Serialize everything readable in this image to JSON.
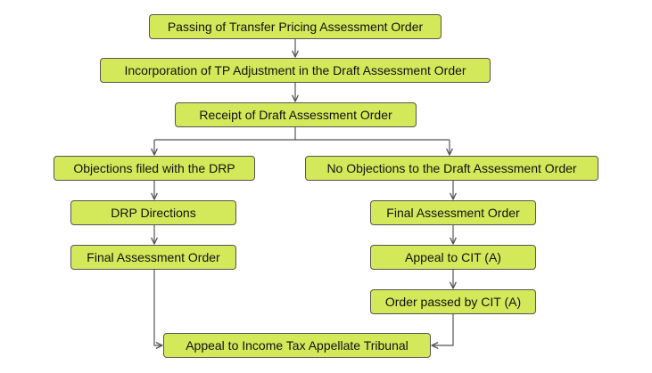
{
  "nodes": {
    "tp_order": "Passing of Transfer Pricing Assessment Order",
    "tp_adjustment": "Incorporation of TP Adjustment in the Draft Assessment Order",
    "receipt_draft": "Receipt of Draft Assessment Order",
    "objections_drp": "Objections filed with the DRP",
    "no_objections": "No Objections to the Draft Assessment Order",
    "drp_directions": "DRP Directions",
    "final_order_right": "Final Assessment Order",
    "final_order_left": "Final Assessment Order",
    "appeal_cit": "Appeal to CIT (A)",
    "order_cit": "Order passed by CIT (A)",
    "appeal_itat": "Appeal to Income Tax Appellate Tribunal"
  },
  "edges": [
    [
      "tp_order",
      "tp_adjustment"
    ],
    [
      "tp_adjustment",
      "receipt_draft"
    ],
    [
      "receipt_draft",
      "objections_drp"
    ],
    [
      "receipt_draft",
      "no_objections"
    ],
    [
      "objections_drp",
      "drp_directions"
    ],
    [
      "drp_directions",
      "final_order_left"
    ],
    [
      "final_order_left",
      "appeal_itat"
    ],
    [
      "no_objections",
      "final_order_right"
    ],
    [
      "final_order_right",
      "appeal_cit"
    ],
    [
      "appeal_cit",
      "order_cit"
    ],
    [
      "order_cit",
      "appeal_itat"
    ]
  ],
  "colors": {
    "box_fill": "#d4e95a",
    "box_border": "#545454",
    "connector": "#555555",
    "background": "#ffffff"
  }
}
